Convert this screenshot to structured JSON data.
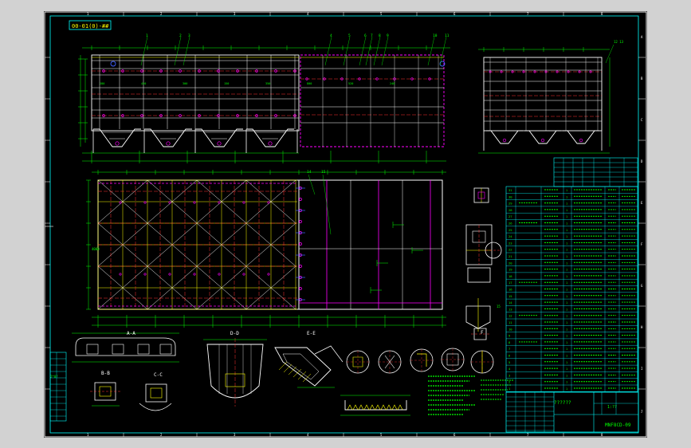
{
  "drawing": {
    "view_label": "00-01(0)-##",
    "title_block_code": "MNF8CD-09",
    "title_block_name": "??????",
    "title_block_small": "1:??",
    "parts_label": "2*0?",
    "sections": [
      {
        "key": "aa",
        "label": "A-A"
      },
      {
        "key": "bb",
        "label": "B-B"
      },
      {
        "key": "cc",
        "label": "C-C"
      },
      {
        "key": "dd",
        "label": "D-D"
      },
      {
        "key": "ee",
        "label": "E-E"
      },
      {
        "key": "ff",
        "label": "F"
      }
    ],
    "zone_numbers": [
      "1",
      "2",
      "3",
      "4",
      "5",
      "6",
      "7",
      "8"
    ],
    "zone_letters": [
      "A",
      "B",
      "C",
      "D",
      "E",
      "F",
      "G",
      "H",
      "I",
      "J"
    ],
    "callouts": [
      "1",
      "2",
      "3",
      "4",
      "5",
      "6",
      "7",
      "8",
      "9",
      "10",
      "11",
      "12",
      "13"
    ]
  },
  "colors": {
    "background": "#000000",
    "outer_frame": "#ffffff",
    "inner_frame": "#00ffff",
    "dimension": "#00ff00",
    "outline": "#ffffff",
    "hidden": "#ff00ff",
    "center": "#ff3333",
    "text_yellow": "#ffff00",
    "accent_blue": "#4060ff"
  }
}
